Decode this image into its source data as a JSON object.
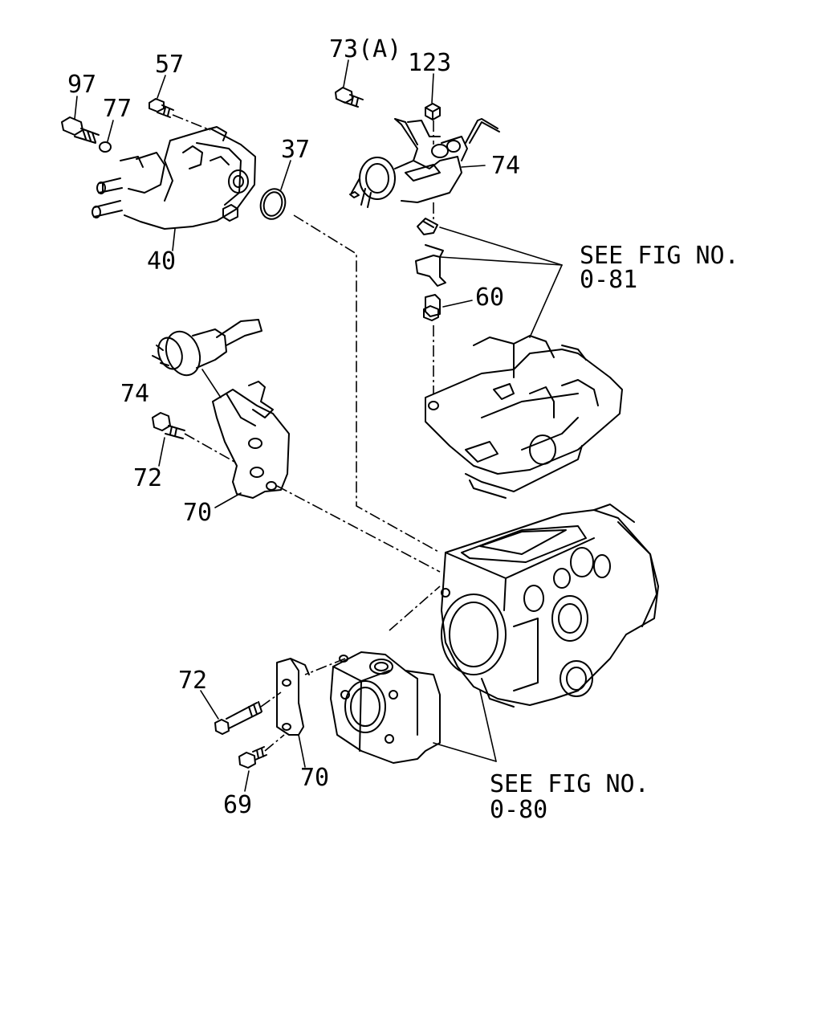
{
  "labels": {
    "p97": "97",
    "p77": "77",
    "p57": "57",
    "p40": "40",
    "p37": "37",
    "p73a": "73(A)",
    "p123": "123",
    "p74_top": "74",
    "see81_line1": "SEE FIG NO.",
    "see81_line2": "0-81",
    "p60": "60",
    "p74_left": "74",
    "p72_left": "72",
    "p70_left": "70",
    "p72_bottom": "72",
    "p70_bottom": "70",
    "p69": "69",
    "see80_line1": "SEE FIG NO.",
    "see80_line2": "0-80"
  }
}
